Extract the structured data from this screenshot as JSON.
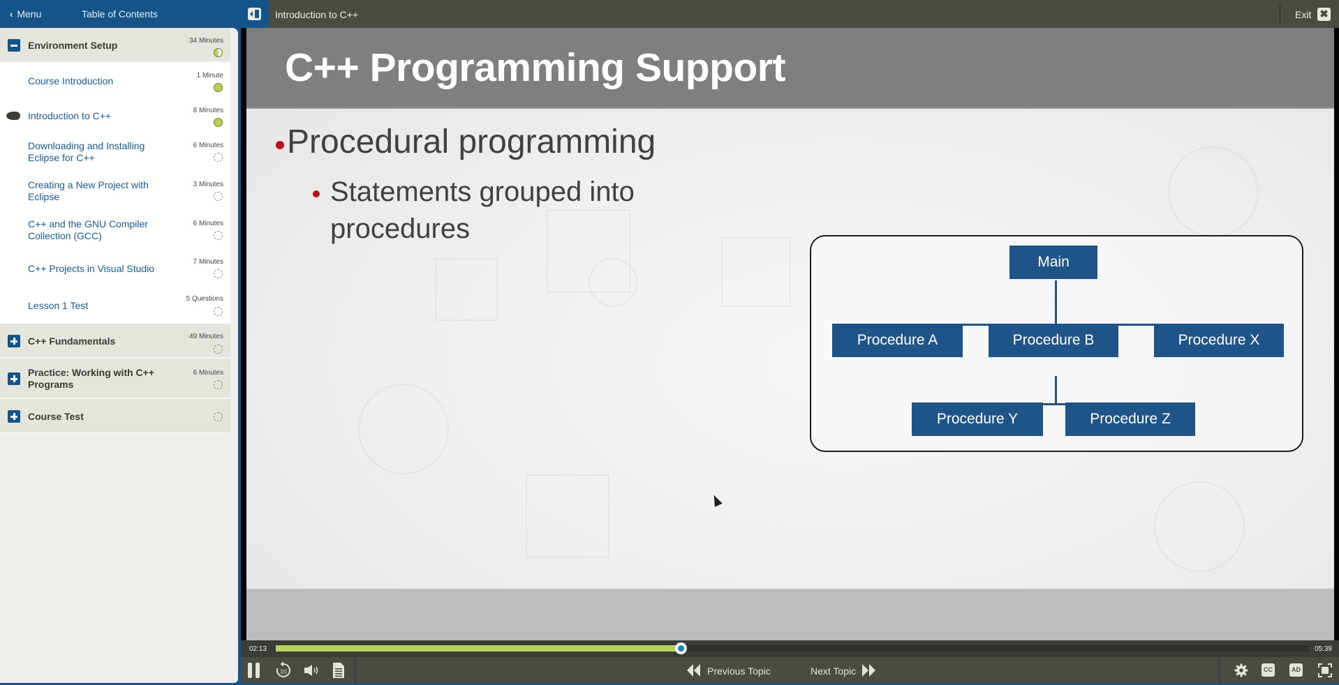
{
  "header": {
    "menu_label": "Menu",
    "toc_title": "Table of Contents",
    "page_title": "Introduction to C++",
    "exit_label": "Exit"
  },
  "sidebar": {
    "sections": [
      {
        "title": "Environment Setup",
        "duration": "34 Minutes",
        "expanded": true,
        "status": "partial",
        "items": [
          {
            "title": "Course Introduction",
            "duration": "1 Minute",
            "status": "complete",
            "current": false
          },
          {
            "title": "Introduction to C++",
            "duration": "8 Minutes",
            "status": "complete",
            "current": true
          },
          {
            "title": "Downloading and Installing Eclipse for C++",
            "duration": "6 Minutes",
            "status": "not-started",
            "current": false
          },
          {
            "title": "Creating a New Project with Eclipse",
            "duration": "3 Minutes",
            "status": "not-started",
            "current": false
          },
          {
            "title": "C++ and the GNU Compiler Collection (GCC)",
            "duration": "6 Minutes",
            "status": "not-started",
            "current": false
          },
          {
            "title": "C++ Projects in Visual Studio",
            "duration": "7 Minutes",
            "status": "not-started",
            "current": false
          },
          {
            "title": "Lesson 1 Test",
            "duration": "5 Questions",
            "status": "not-started",
            "current": false
          }
        ]
      },
      {
        "title": "C++ Fundamentals",
        "duration": "49 Minutes",
        "expanded": false,
        "status": "not-started"
      },
      {
        "title": "Practice: Working with C++ Programs",
        "duration": "6 Minutes",
        "expanded": false,
        "status": "not-started"
      },
      {
        "title": "Course Test",
        "duration": "",
        "expanded": false,
        "status": "not-started"
      }
    ]
  },
  "slide": {
    "title": "C++ Programming Support",
    "bullets": [
      {
        "text": "Procedural programming",
        "level": 1
      },
      {
        "text": "Statements grouped into procedures",
        "level": 2
      }
    ],
    "diagram": {
      "root": "Main",
      "level1": [
        "Procedure A",
        "Procedure B",
        "Procedure X"
      ],
      "level2_under_procedure_b": [
        "Procedure Y",
        "Procedure Z"
      ]
    },
    "colors": {
      "node": "#1e5488",
      "bullet": "#b8111a",
      "title_band": "#7f7f7f"
    }
  },
  "player": {
    "current_time": "02:13",
    "total_time": "05:39",
    "progress_percent": 39.2,
    "previous_label": "Previous Topic",
    "next_label": "Next Topic",
    "replay_seconds": "10",
    "cc_label": "CC",
    "ad_label": "AD",
    "colors": {
      "progress": "#b8d35b",
      "thumb": "#1a80c4"
    }
  }
}
